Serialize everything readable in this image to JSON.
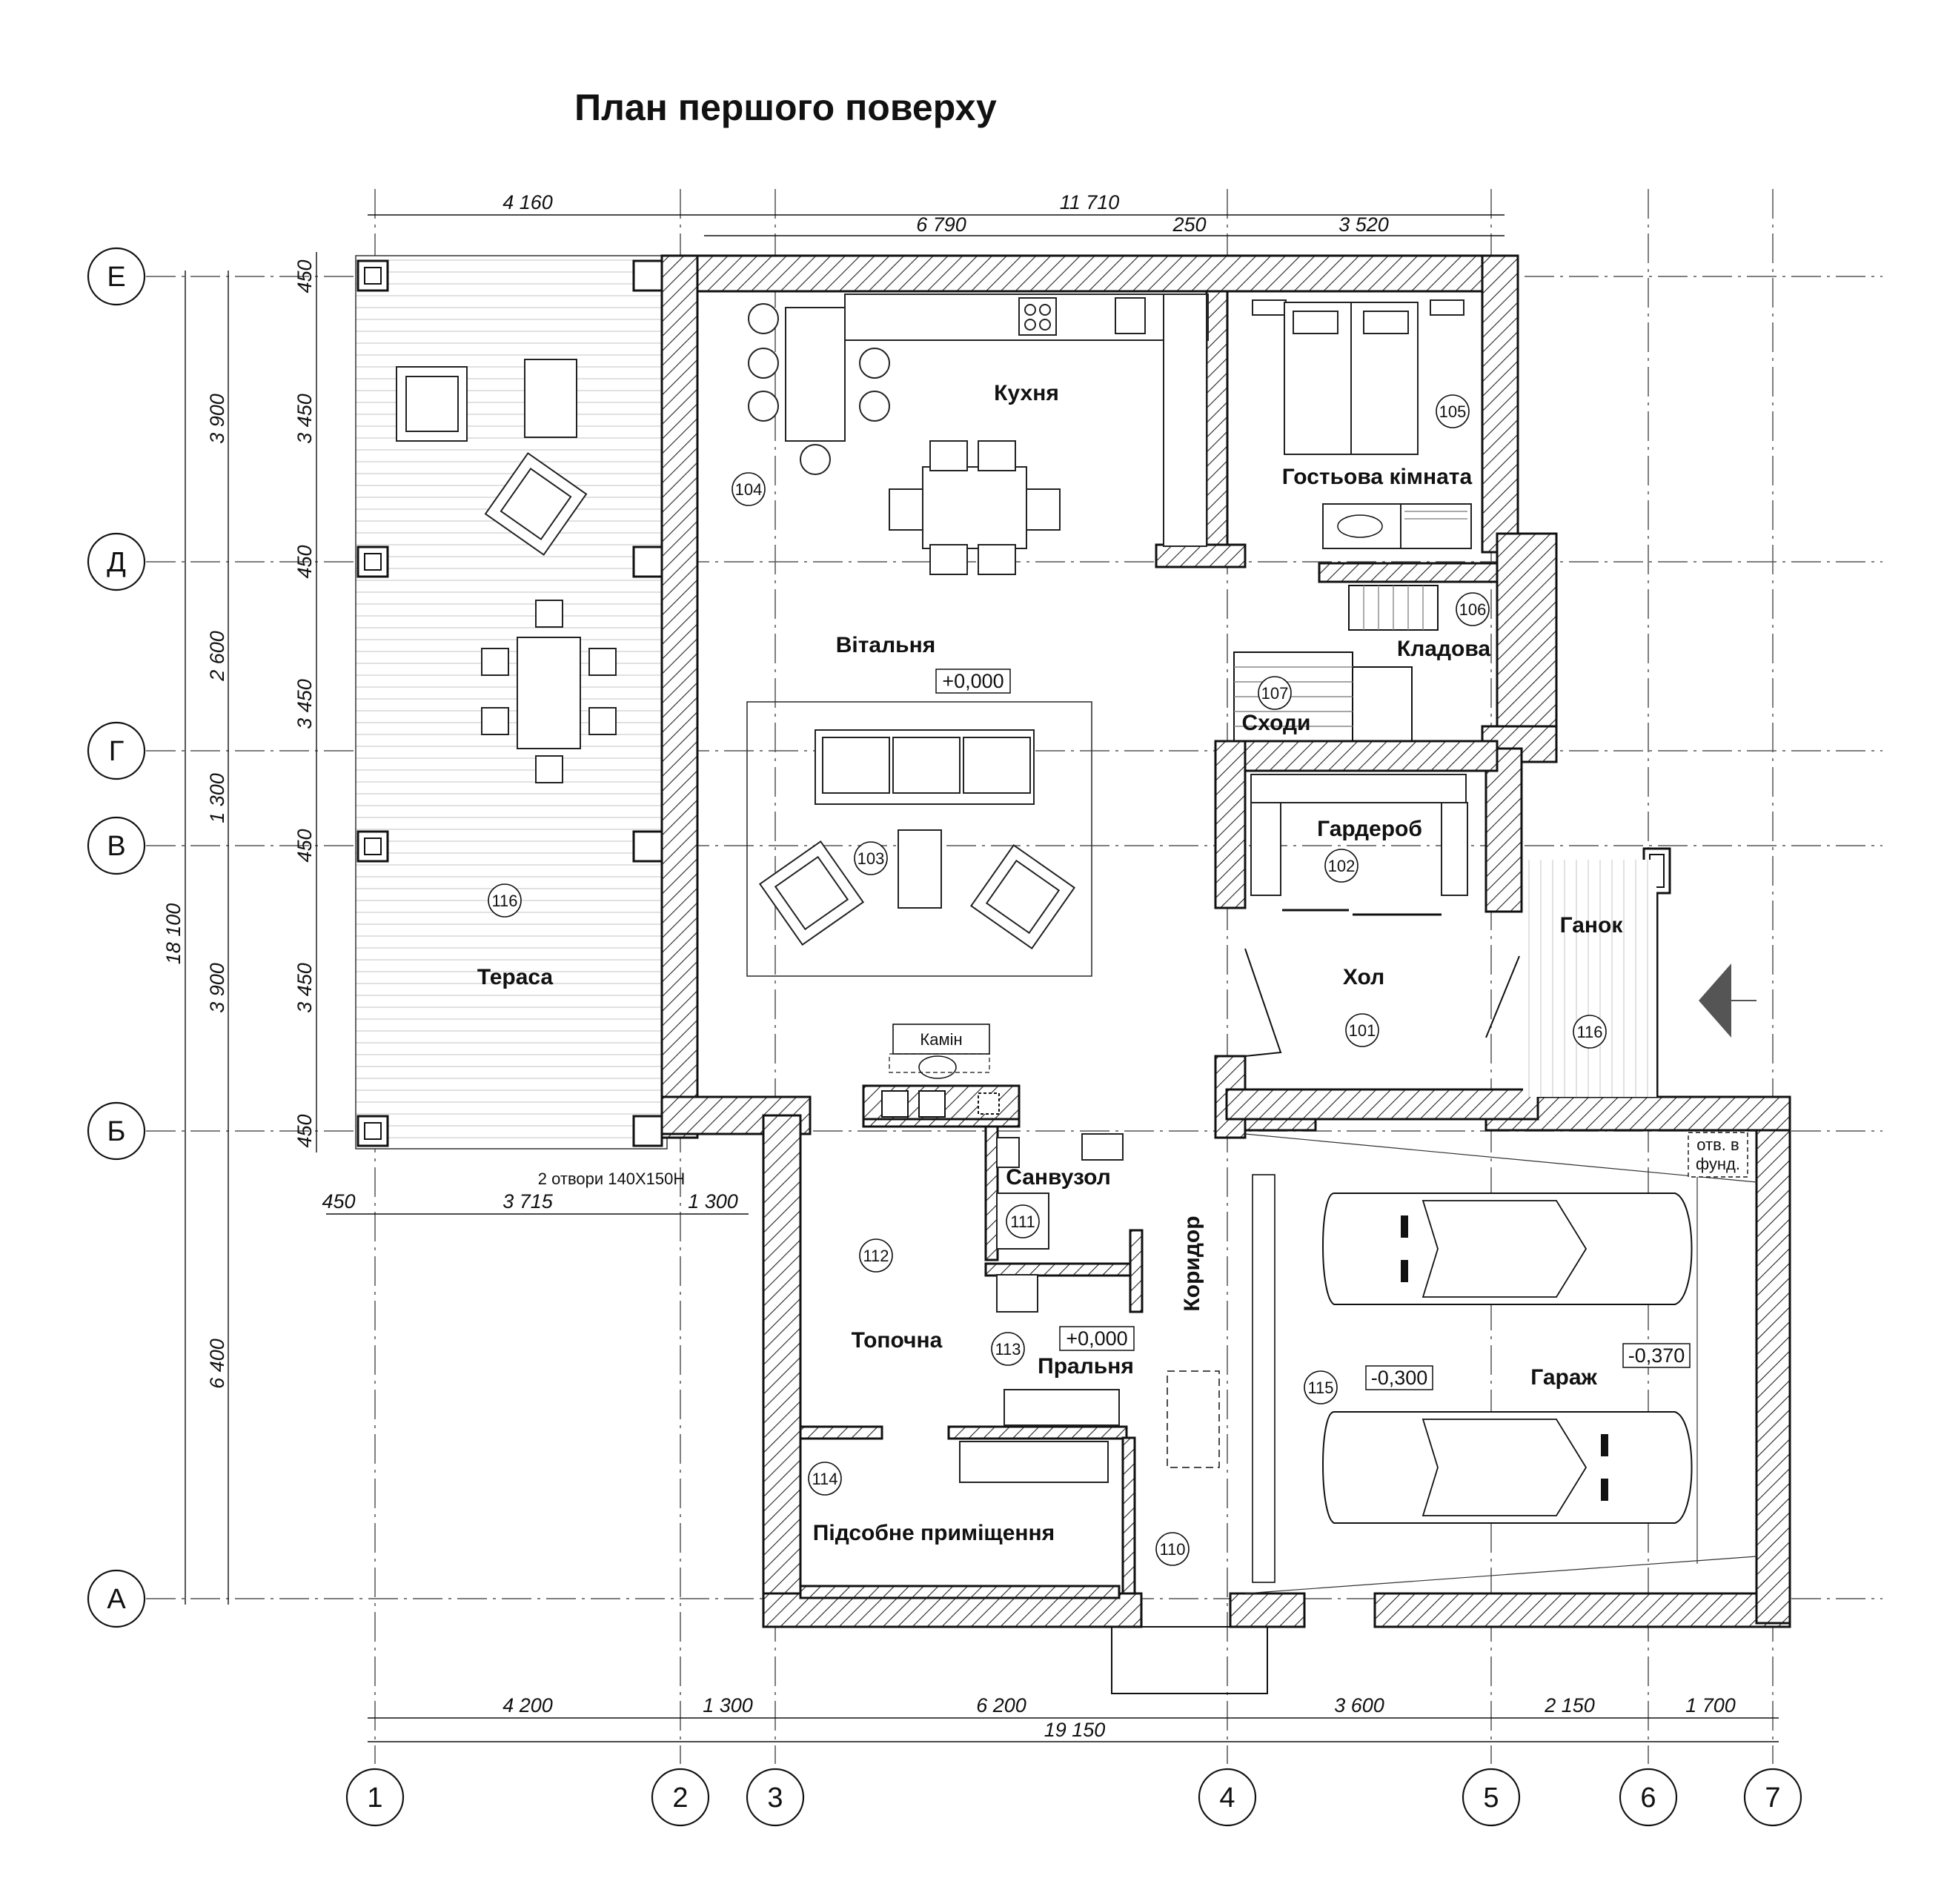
{
  "title": "План першого поверху",
  "axes": {
    "rows": [
      "Е",
      "Д",
      "Г",
      "В",
      "Б",
      "А"
    ],
    "columns": [
      "1",
      "2",
      "3",
      "4",
      "5",
      "6",
      "7"
    ]
  },
  "rooms": [
    {
      "id": "kitchen",
      "name": "Кухня",
      "number": ""
    },
    {
      "id": "living",
      "name": "Вітальня",
      "number": "103"
    },
    {
      "id": "room104",
      "name": "",
      "number": "104"
    },
    {
      "id": "guest",
      "name": "Гостьова кімната",
      "number": "105"
    },
    {
      "id": "storage",
      "name": "Кладова",
      "number": "106"
    },
    {
      "id": "stairs",
      "name": "Сходи",
      "number": "107"
    },
    {
      "id": "wardrobe",
      "name": "Гардероб",
      "number": "102"
    },
    {
      "id": "hall",
      "name": "Хол",
      "number": "101"
    },
    {
      "id": "porch",
      "name": "Ганок",
      "number": "116"
    },
    {
      "id": "terrace",
      "name": "Тераса",
      "number": "116"
    },
    {
      "id": "bathroom",
      "name": "Санвузол",
      "number": "111"
    },
    {
      "id": "boiler",
      "name": "Топочна",
      "number": "112"
    },
    {
      "id": "laundry",
      "name": "Пральня",
      "number": "113"
    },
    {
      "id": "utility",
      "name": "Підсобне приміщення",
      "number": "114"
    },
    {
      "id": "corridor",
      "name": "Коридор",
      "number": "110"
    },
    {
      "id": "garage",
      "name": "Гараж",
      "number": "115"
    }
  ],
  "levels": {
    "living": "+0,000",
    "laundry": "+0,000",
    "garage_front": "-0,300",
    "garage_back": "-0,370"
  },
  "notes": {
    "fireplace": "Камін",
    "openings": "2 отвори 140Х150Н",
    "foundation_hole": [
      "отв. в",
      "фунд."
    ]
  },
  "dimensions": {
    "top_row1": [
      "4 160",
      "11 710"
    ],
    "top_row2": [
      "6 790",
      "250",
      "3 520"
    ],
    "left_outer": [
      "18 100"
    ],
    "left_mid": [
      "3 900",
      "2 600",
      "1 300",
      "3 900",
      "6 400"
    ],
    "left_inner": [
      "450",
      "3 450",
      "450",
      "3 450",
      "450",
      "3 450",
      "450"
    ],
    "terrace_bottom": [
      "450",
      "3 715",
      "1 300"
    ],
    "bottom_row1": [
      "4 200",
      "1 300",
      "6 200",
      "3 600",
      "2 150",
      "1 700"
    ],
    "bottom_total": "19 150"
  }
}
